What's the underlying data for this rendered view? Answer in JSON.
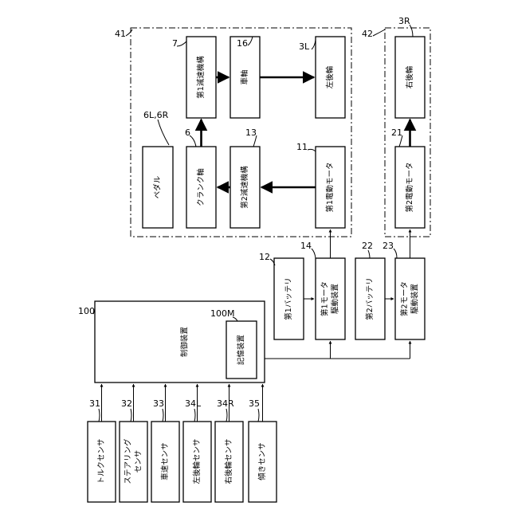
{
  "refs": {
    "r41": "41",
    "r42": "42",
    "r7": "7",
    "r16": "16",
    "r3L": "3L",
    "r3R": "3R",
    "r6L6R": "6L,6R",
    "r6": "6",
    "r13": "13",
    "r11": "11",
    "r21": "21",
    "r12": "12",
    "r14": "14",
    "r22": "22",
    "r23": "23",
    "r100": "100",
    "r100M": "100M",
    "r31": "31",
    "r32": "32",
    "r33": "33",
    "r34L": "34L",
    "r34R": "34R",
    "r35": "35"
  },
  "blocks": {
    "first_reduction": "第1減速機構",
    "axle": "車軸",
    "left_rear_wheel": "左後輪",
    "right_rear_wheel": "右後輪",
    "pedal": "ペダル",
    "crank_shaft": "クランク軸",
    "second_reduction": "第2減速機構",
    "first_motor": "第1電動モータ",
    "second_motor": "第2電動モータ",
    "first_battery": "第1バッテリ",
    "first_motor_driver": [
      "第1モータ",
      "駆動装置"
    ],
    "second_battery": "第2バッテリ",
    "second_motor_driver": [
      "第2モータ",
      "駆動装置"
    ],
    "control_device": "制御装置",
    "storage_device": "記憶装置",
    "torque_sensor": "トルクセンサ",
    "steering_sensor": [
      "ステアリング",
      "センサ"
    ],
    "speed_sensor": "車速センサ",
    "left_wheel_sensor": "左後輪センサ",
    "right_wheel_sensor": "右後輪センサ",
    "tilt_sensor": "傾きセンサ"
  }
}
